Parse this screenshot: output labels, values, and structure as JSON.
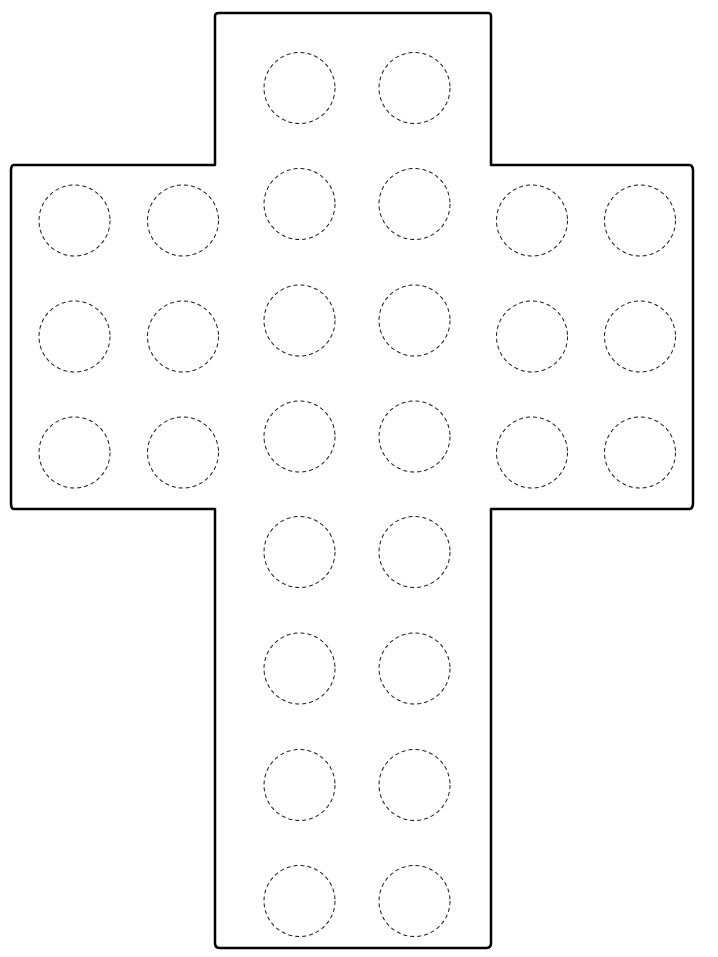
{
  "board": {
    "shape": "cross",
    "outline_color": "#000000",
    "hole_color": "#1a1a1a",
    "hole_style": "dashed",
    "holes": [
      {
        "id": "top-1-left"
      },
      {
        "id": "top-1-right"
      },
      {
        "id": "top-2-left"
      },
      {
        "id": "top-2-right"
      },
      {
        "id": "arm-left-1-outer"
      },
      {
        "id": "arm-left-1-inner"
      },
      {
        "id": "arm-right-1-inner"
      },
      {
        "id": "arm-right-1-outer"
      },
      {
        "id": "center-1-left"
      },
      {
        "id": "center-1-right"
      },
      {
        "id": "arm-left-2-outer"
      },
      {
        "id": "arm-left-2-inner"
      },
      {
        "id": "arm-right-2-inner"
      },
      {
        "id": "arm-right-2-outer"
      },
      {
        "id": "center-2-left"
      },
      {
        "id": "center-2-right"
      },
      {
        "id": "arm-left-3-outer"
      },
      {
        "id": "arm-left-3-inner"
      },
      {
        "id": "arm-right-3-inner"
      },
      {
        "id": "arm-right-3-outer"
      },
      {
        "id": "center-3-left"
      },
      {
        "id": "center-3-right"
      },
      {
        "id": "bottom-1-left"
      },
      {
        "id": "bottom-1-right"
      },
      {
        "id": "bottom-2-left"
      },
      {
        "id": "bottom-2-right"
      },
      {
        "id": "bottom-3-left"
      },
      {
        "id": "bottom-3-right"
      },
      {
        "id": "bottom-4-left"
      },
      {
        "id": "bottom-4-right"
      }
    ]
  }
}
